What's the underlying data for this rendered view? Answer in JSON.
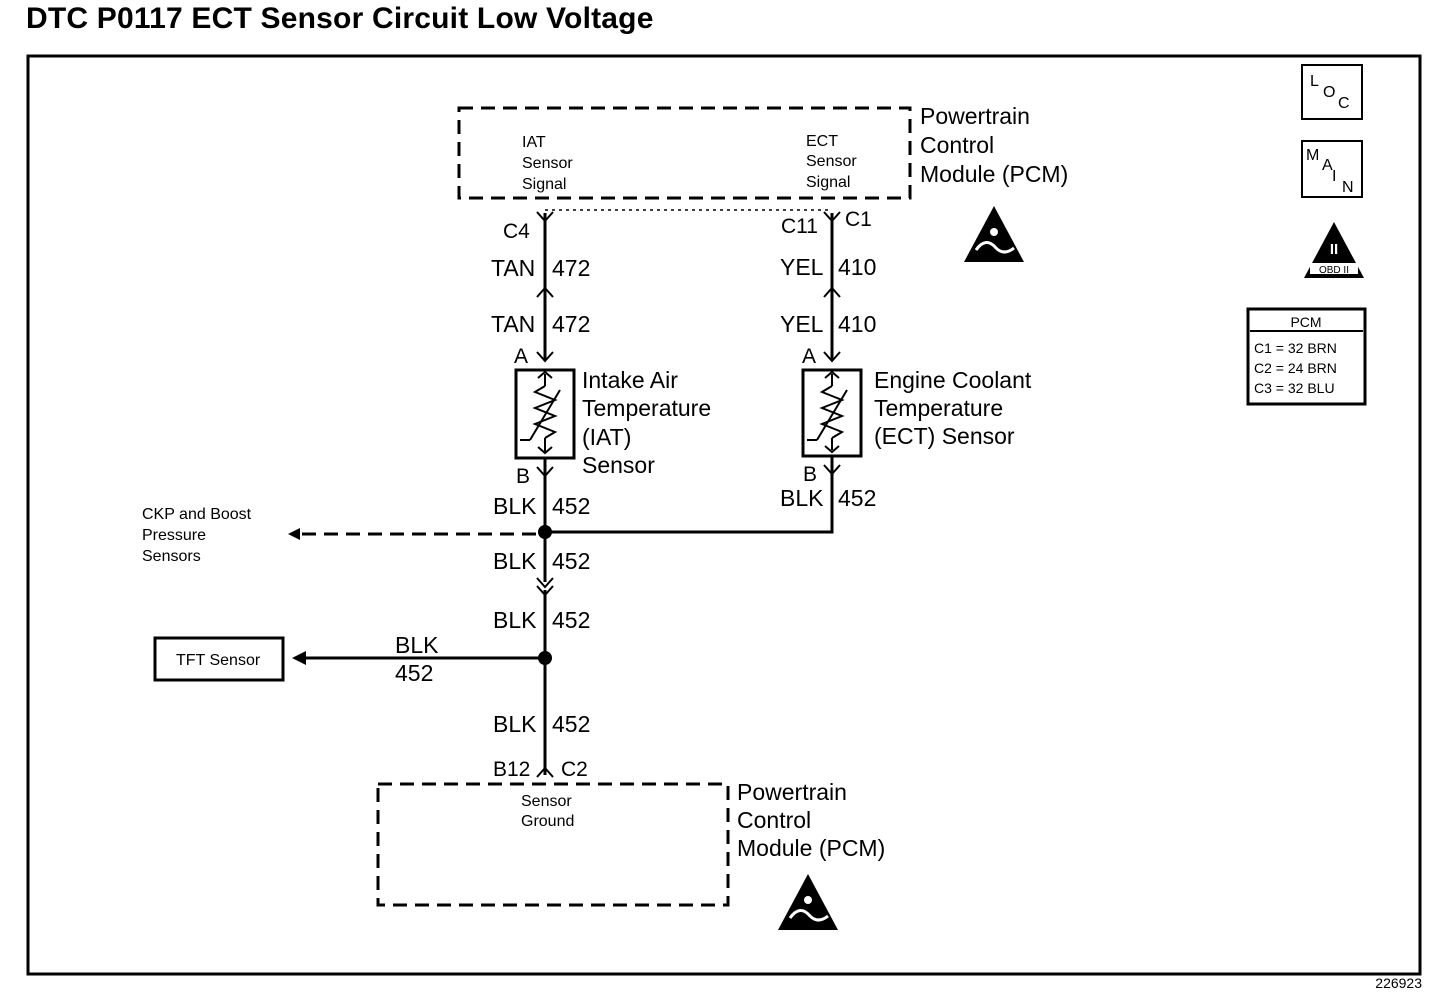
{
  "title": "DTC P0117 ECT Sensor Circuit Low Voltage",
  "pcm_top": {
    "label": [
      "Powertrain",
      "Control",
      "Module (PCM)"
    ],
    "iat_signal": [
      "IAT",
      "Sensor",
      "Signal"
    ],
    "ect_signal": [
      "ECT",
      "Sensor",
      "Signal"
    ]
  },
  "pcm_bottom": {
    "label": [
      "Powertrain",
      "Control",
      "Module (PCM)"
    ],
    "sensor_ground": [
      "Sensor",
      "Ground"
    ]
  },
  "connectors": {
    "c4": "C4",
    "c11": "C11",
    "c1": "C1",
    "a_iat": "A",
    "a_ect": "A",
    "b_iat": "B",
    "b_ect": "B",
    "b12": "B12",
    "c2": "C2"
  },
  "wires": {
    "iat_upper_color": "TAN",
    "iat_upper_circuit": "472",
    "iat_lower_color": "TAN",
    "iat_lower_circuit": "472",
    "ect_upper_color": "YEL",
    "ect_upper_circuit": "410",
    "ect_lower_color": "YEL",
    "ect_lower_circuit": "410",
    "iat_b_color": "BLK",
    "iat_b_circuit": "452",
    "ect_b_color": "BLK",
    "ect_b_circuit": "452",
    "mid1_color": "BLK",
    "mid1_circuit": "452",
    "mid2_color": "BLK",
    "mid2_circuit": "452",
    "tft_color": "BLK",
    "tft_circuit": "452",
    "bottom_color": "BLK",
    "bottom_circuit": "452"
  },
  "components": {
    "iat_sensor": [
      "Intake Air",
      "Temperature",
      "(IAT)",
      "Sensor"
    ],
    "ect_sensor": [
      "Engine Coolant",
      "Temperature",
      "(ECT) Sensor"
    ],
    "ckp_label": [
      "CKP and Boost",
      "Pressure",
      "Sensors"
    ],
    "tft_sensor": "TFT Sensor"
  },
  "icons": {
    "loc": [
      "L",
      "O",
      "C"
    ],
    "main": [
      "M",
      "A",
      "I",
      "N"
    ],
    "obd": [
      "II",
      "OBD II"
    ]
  },
  "pcm_table": {
    "header": "PCM",
    "rows": [
      "C1 = 32 BRN",
      "C2 = 24 BRN",
      "C3 = 32 BLU"
    ]
  },
  "figure_id": "226923"
}
